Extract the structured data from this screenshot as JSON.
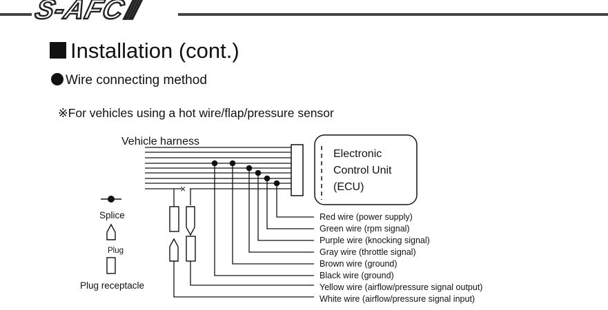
{
  "header": {
    "logo_text": "S-AFCⅡ"
  },
  "page_title": "Installation (cont.)",
  "section_heading": "Wire connecting method",
  "subtitle": "※For vehicles using a hot wire/flap/pressure sensor",
  "diagram": {
    "harness_label": "Vehicle harness",
    "ecu_label": [
      "Electronic",
      "Control Unit",
      "(ECU)"
    ],
    "cut_mark": "×",
    "wires": [
      "Red wire (power supply)",
      "Green wire (rpm signal)",
      "Purple wire (knocking signal)",
      "Gray wire (throttle signal)",
      "Brown wire (ground)",
      "Black wire (ground)",
      "Yellow wire (airflow/pressure signal output)",
      "White wire (airflow/pressure signal input)"
    ]
  },
  "legend": {
    "splice": "Splice",
    "plug": "Plug",
    "plug_receptacle": "Plug receptacle"
  }
}
